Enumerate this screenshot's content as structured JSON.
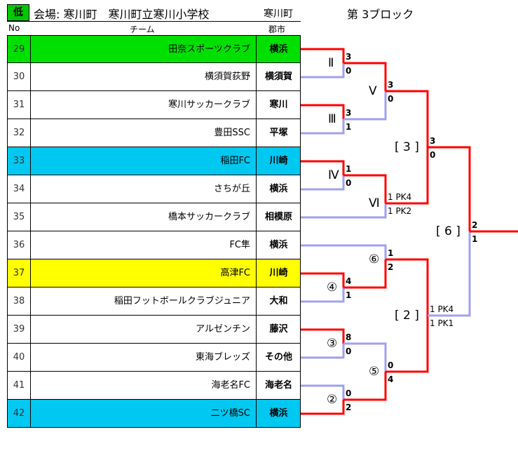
{
  "header": {
    "tag": "低",
    "venue": "会場: 寒川町　寒川町立寒川小学校",
    "city": "寒川町",
    "block": "第 3ブロック"
  },
  "columns": {
    "no": "No",
    "team": "チーム",
    "city": "郡市"
  },
  "colors": {
    "green": "#00e000",
    "cyan": "#00c8f0",
    "yellow": "#ffff00",
    "win": "#ff0000",
    "lose": "#a0a0f0"
  },
  "teams": [
    {
      "no": "29",
      "name": "田奈スポーツクラブ",
      "city": "横浜",
      "bg": "green"
    },
    {
      "no": "30",
      "name": "横須賀荻野",
      "city": "横須賀",
      "bg": ""
    },
    {
      "no": "31",
      "name": "寒川サッカークラブ",
      "city": "寒川",
      "bg": ""
    },
    {
      "no": "32",
      "name": "豊田SSC",
      "city": "平塚",
      "bg": ""
    },
    {
      "no": "33",
      "name": "稲田FC",
      "city": "川崎",
      "bg": "cyan"
    },
    {
      "no": "34",
      "name": "さちが丘",
      "city": "横浜",
      "bg": ""
    },
    {
      "no": "35",
      "name": "橋本サッカークラブ",
      "city": "相模原",
      "bg": ""
    },
    {
      "no": "36",
      "name": "FC隼",
      "city": "横浜",
      "bg": ""
    },
    {
      "no": "37",
      "name": "高津FC",
      "city": "川崎",
      "bg": "yellow"
    },
    {
      "no": "38",
      "name": "稲田フットボールクラブジュニア",
      "city": "大和",
      "bg": ""
    },
    {
      "no": "39",
      "name": "アルゼンチン",
      "city": "藤沢",
      "bg": ""
    },
    {
      "no": "40",
      "name": "東海ブレッズ",
      "city": "その他",
      "bg": ""
    },
    {
      "no": "41",
      "name": "海老名FC",
      "city": "海老名",
      "bg": ""
    },
    {
      "no": "42",
      "name": "二ツ橋SC",
      "city": "横浜",
      "bg": "cyan"
    }
  ],
  "matches": {
    "m2": {
      "label": "Ⅱ",
      "s1": "3",
      "s2": "0"
    },
    "m3": {
      "label": "Ⅲ",
      "s1": "3",
      "s2": "1"
    },
    "m4": {
      "label": "Ⅳ",
      "s1": "1",
      "s2": "0"
    },
    "m5": {
      "label": "Ⅴ",
      "s1": "3",
      "s2": "0"
    },
    "m6": {
      "label": "Ⅵ",
      "s1": "1 PK4",
      "s2": "1 PK2"
    },
    "b3": {
      "label": "[ 3 ]",
      "s1": "3",
      "s2": "0"
    },
    "c4": {
      "label": "④",
      "s1": "4",
      "s2": "1"
    },
    "c6": {
      "label": "⑥",
      "s1": "1",
      "s2": "2"
    },
    "c3": {
      "label": "③",
      "s1": "8",
      "s2": "0"
    },
    "c2": {
      "label": "②",
      "s1": "0",
      "s2": "2"
    },
    "c5": {
      "label": "⑤",
      "s1": "0",
      "s2": "4"
    },
    "b2": {
      "label": "[ 2 ]",
      "s1": "1 PK4",
      "s2": "1 PK1"
    },
    "b6": {
      "label": "[ 6 ]",
      "s1": "2",
      "s2": "1"
    }
  }
}
